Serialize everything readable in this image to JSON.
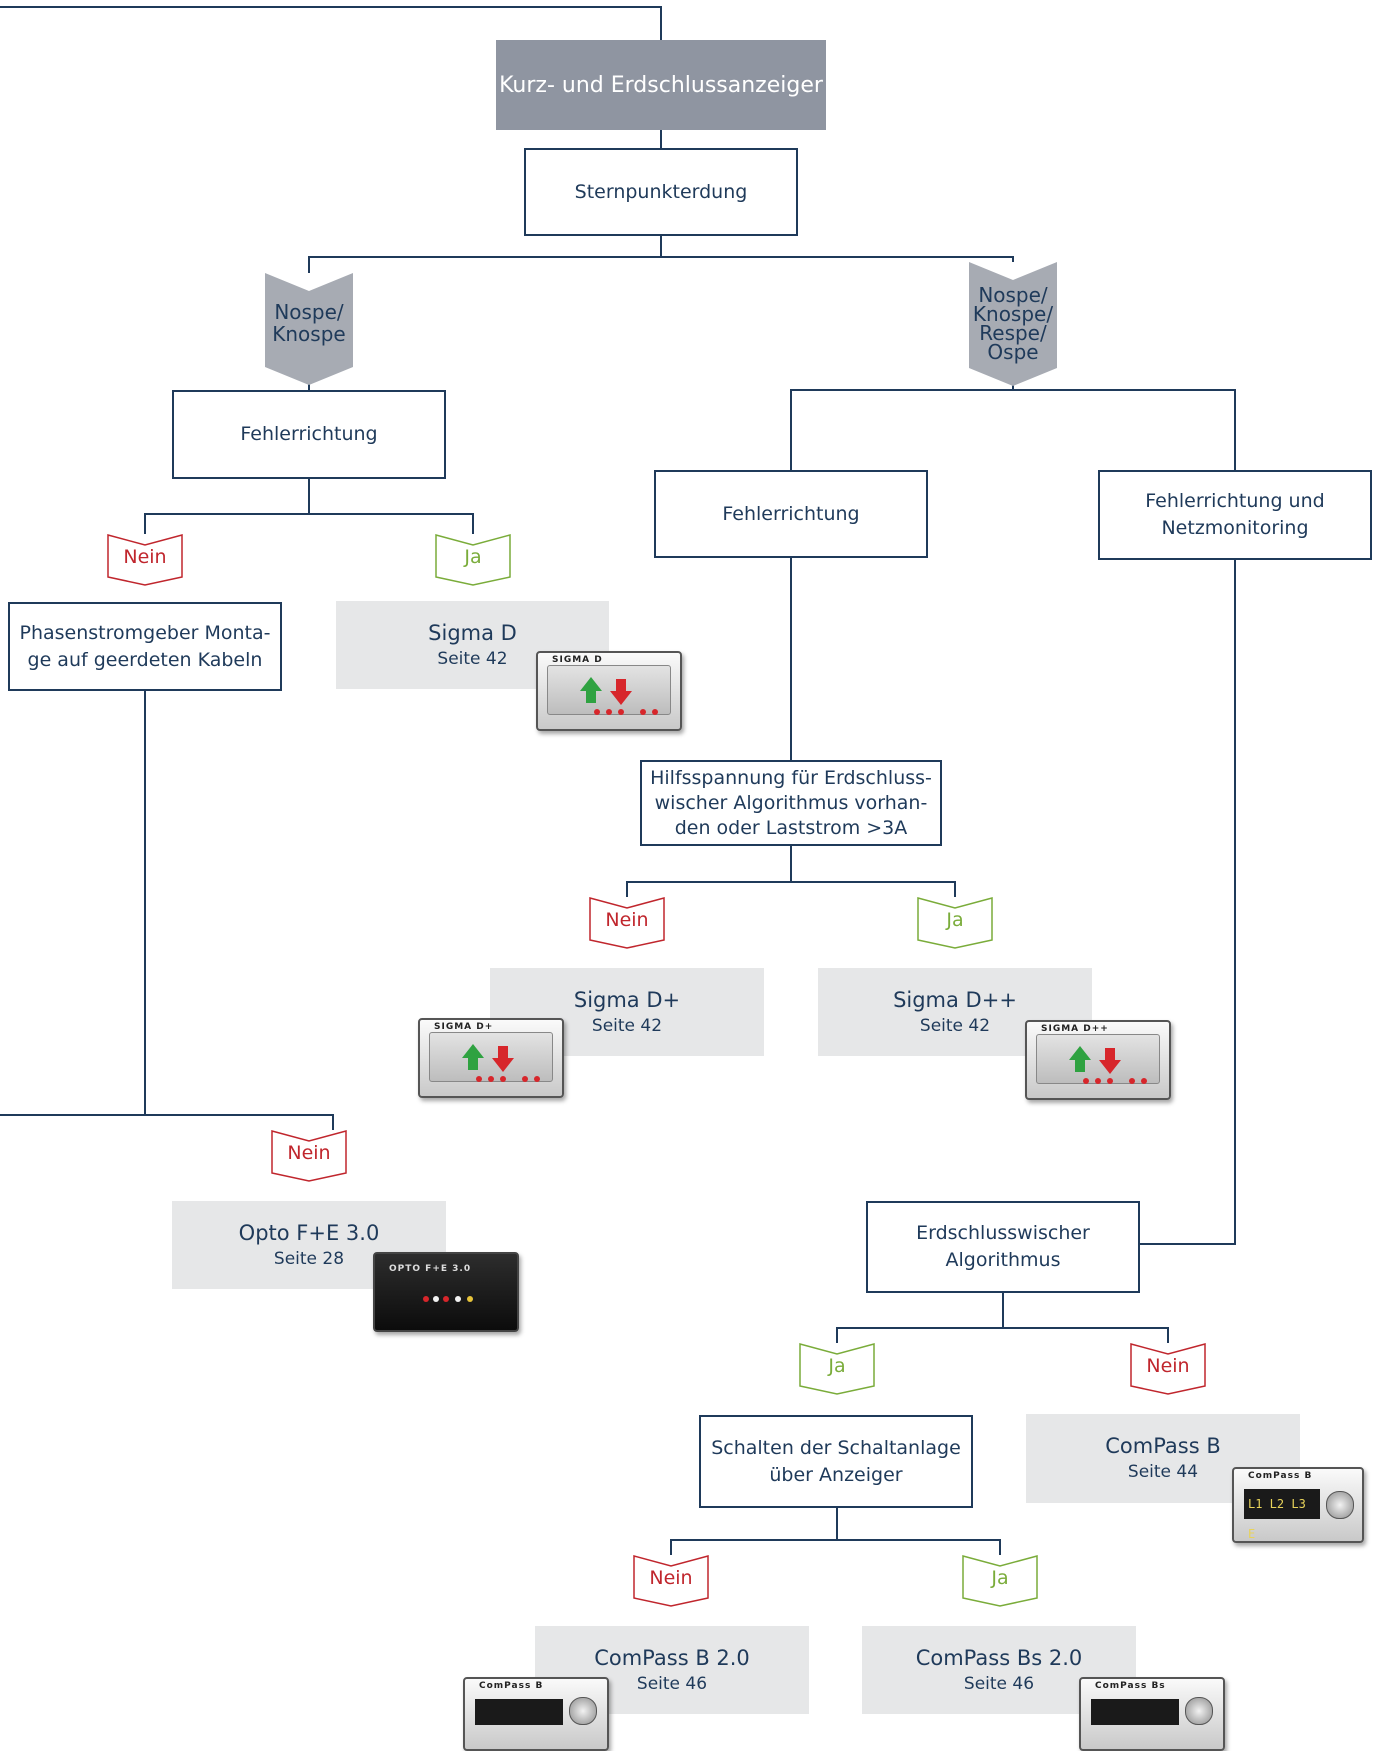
{
  "header": "Kurz- und Erdschlussanzeiger",
  "nodes": {
    "sternpunkt": "Sternpunkterdung",
    "fehler_left": "Fehlerrichtung",
    "phasen": "Phasenstromgeber Monta-\nge auf geerdeten Kabeln",
    "fehler_mid": "Fehlerrichtung",
    "fehler_netz": "Fehlerrichtung und\nNetzmonitoring",
    "hilfs": "Hilfsspannung für Erdschluss-\nwischer Algorithmus vorhan-\nden oder Laststrom >3A",
    "erdwisch": "Erdschlusswischer\nAlgorithmus",
    "schalten": "Schalten der Schaltanlage\nüber Anzeiger"
  },
  "grounding": {
    "left": "Nospe/\nKnospe",
    "right": "Nospe/\nKnospe/\nRespe/\nOspe"
  },
  "answers": {
    "nein": "Nein",
    "ja": "Ja"
  },
  "products": {
    "sigma_d": {
      "name": "Sigma D",
      "page": "Seite 42"
    },
    "sigma_dp": {
      "name": "Sigma D+",
      "page": "Seite 42"
    },
    "sigma_dpp": {
      "name": "Sigma D++",
      "page": "Seite 42"
    },
    "opto": {
      "name": "Opto F+E 3.0",
      "page": "Seite 28"
    },
    "compass_b": {
      "name": "ComPass B",
      "page": "Seite 44"
    },
    "compass_b2": {
      "name": "ComPass B 2.0",
      "page": "Seite 46"
    },
    "compass_bs2": {
      "name": "ComPass Bs 2.0",
      "page": "Seite 46"
    }
  },
  "device_labels": {
    "sigma_d": "SIGMA D",
    "sigma_dp": "SIGMA D+",
    "sigma_dpp": "SIGMA D++",
    "opto": "OPTO F+E 3.0",
    "compass_b": "ComPass B",
    "compass_b_display": "L1 L2 L3 E",
    "compass_b2": "ComPass B",
    "compass_bs2": "ComPass Bs"
  },
  "colors": {
    "line": "#1f3a5a",
    "header_bg": "#8f95a1",
    "nein": "#c0262d",
    "ja": "#7aac3a",
    "product_bg": "#e6e7e8"
  }
}
